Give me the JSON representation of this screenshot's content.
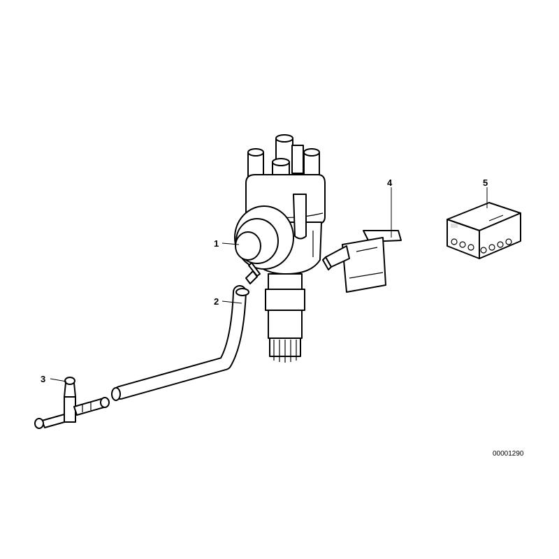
{
  "diagram": {
    "callouts": [
      {
        "id": "1",
        "label": "1"
      },
      {
        "id": "2",
        "label": "2"
      },
      {
        "id": "3",
        "label": "3"
      },
      {
        "id": "4",
        "label": "4"
      },
      {
        "id": "5",
        "label": "5"
      }
    ],
    "reference_number": "00001290",
    "colors": {
      "line": "#000000",
      "background": "#ffffff"
    }
  }
}
